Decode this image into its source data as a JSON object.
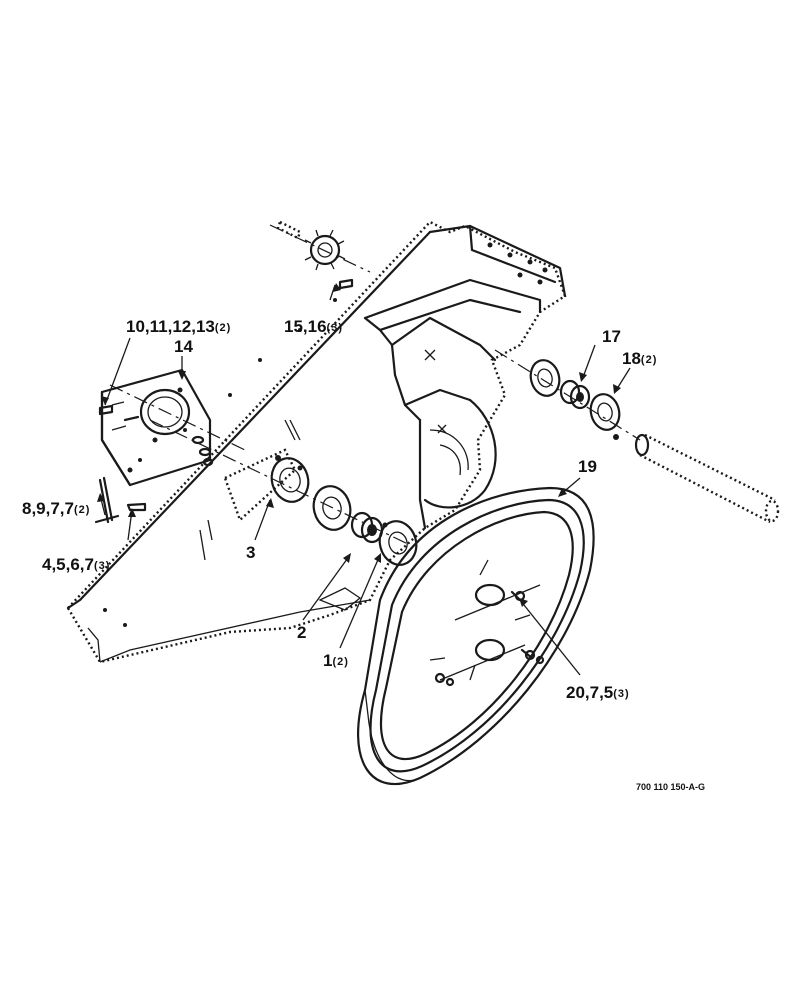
{
  "callouts": {
    "c10_13": {
      "label": "10,11,12,13",
      "qty": "(2)"
    },
    "c14": {
      "label": "14",
      "qty": ""
    },
    "c15_16": {
      "label": "15,16",
      "qty": "(3)"
    },
    "c17": {
      "label": "17",
      "qty": ""
    },
    "c18": {
      "label": "18",
      "qty": "(2)"
    },
    "c19": {
      "label": "19",
      "qty": ""
    },
    "c8_9": {
      "label": "8,9,7,7",
      "qty": "(2)"
    },
    "c4_7": {
      "label": "4,5,6,7",
      "qty": "(3)"
    },
    "c3": {
      "label": "3",
      "qty": ""
    },
    "c2": {
      "label": "2",
      "qty": ""
    },
    "c1": {
      "label": "1",
      "qty": "(2)"
    },
    "c20": {
      "label": "20,7,5",
      "qty": "(3)"
    }
  },
  "figure_id": "700 110 150-A-G"
}
